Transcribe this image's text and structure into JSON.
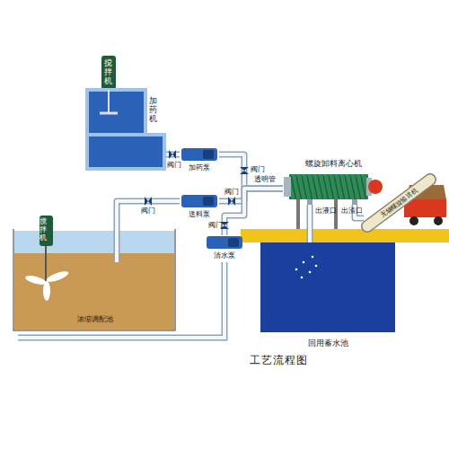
{
  "diagram": {
    "title": "工艺流程图",
    "nodes": [
      {
        "text": [
          "搅拌机",
          "加药机"
        ]
      },
      {
        "text": [
          "加药泵"
        ]
      },
      {
        "text": [
          "螺旋卸料离心机"
        ]
      },
      {
        "text": [
          "搅拌机",
          "浓缩调配池"
        ]
      },
      {
        "text": [
          "送料泵"
        ]
      },
      {
        "text": [
          "清水泵"
        ]
      },
      {
        "text": [
          "无轴螺旋输送机"
        ]
      },
      {
        "text": [
          "回用蓄水池"
        ]
      }
    ],
    "edges": [
      {
        "from": 0,
        "to": 1,
        "arrow": "none"
      },
      {
        "from": 1,
        "to": 2,
        "arrow": "none"
      },
      {
        "from": 3,
        "to": 4,
        "arrow": "none"
      },
      {
        "from": 4,
        "to": 2,
        "arrow": "none"
      },
      {
        "from": 5,
        "to": 2,
        "arrow": "none"
      },
      {
        "from": 2,
        "to": 7,
        "arrow": "none"
      },
      {
        "from": 2,
        "to": 6,
        "arrow": "none"
      }
    ],
    "labels": [
      "阀门",
      "阀门",
      "阀门",
      "阀门",
      "阀门",
      "透明管",
      "出液口",
      "出渣口"
    ]
  }
}
